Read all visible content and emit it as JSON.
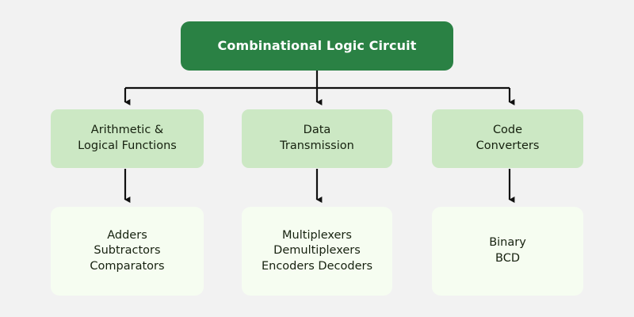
{
  "diagram": {
    "title": "Combinational Logic Circuit",
    "type": "hierarchy-tree",
    "background_color": "#f2f2f2",
    "connector_color": "#101010",
    "root": {
      "id": "root",
      "label": "Combinational Logic Circuit",
      "fill_color": "#2a8144",
      "text_color": "#ffffff"
    },
    "categories": [
      {
        "id": "arithmetic-logical-functions",
        "label": "Arithmetic &\nLogical Functions",
        "fill_color": "#cce8c4",
        "text_color": "#16210f",
        "examples": {
          "id": "arithmetic-logical-functions-examples",
          "label": "Adders\nSubtractors\nComparators",
          "fill_color": "#f6fdf1",
          "text_color": "#16210f"
        }
      },
      {
        "id": "data-transmission",
        "label": "Data\nTransmission",
        "fill_color": "#cce8c4",
        "text_color": "#16210f",
        "examples": {
          "id": "data-transmission-examples",
          "label": "Multiplexers\nDemultiplexers\nEncoders Decoders",
          "fill_color": "#f6fdf1",
          "text_color": "#16210f"
        }
      },
      {
        "id": "code-converters",
        "label": "Code\nConverters",
        "fill_color": "#cce8c4",
        "text_color": "#16210f",
        "examples": {
          "id": "code-converters-examples",
          "label": "Binary\nBCD",
          "fill_color": "#f6fdf1",
          "text_color": "#16210f"
        }
      }
    ]
  }
}
